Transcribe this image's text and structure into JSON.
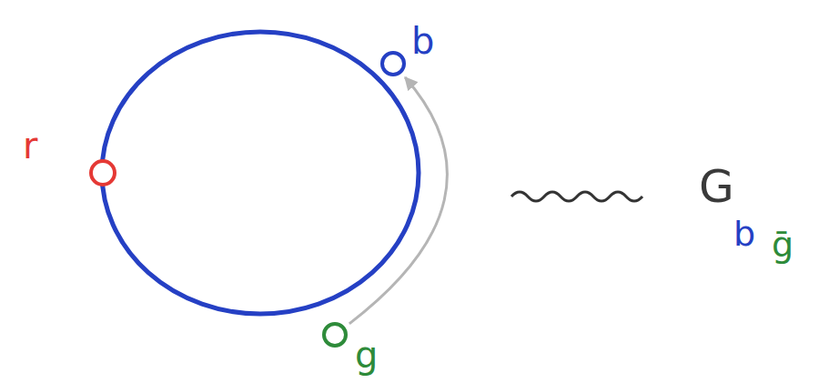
{
  "diagram": {
    "nodes": [
      {
        "text": [
          "r"
        ]
      },
      {
        "text": [
          "b"
        ]
      },
      {
        "text": [
          "g"
        ]
      }
    ],
    "edges": [
      {
        "from": 2,
        "to": 1,
        "arrow": "to"
      }
    ],
    "labels": [
      "G",
      "b",
      "ḡ"
    ]
  }
}
